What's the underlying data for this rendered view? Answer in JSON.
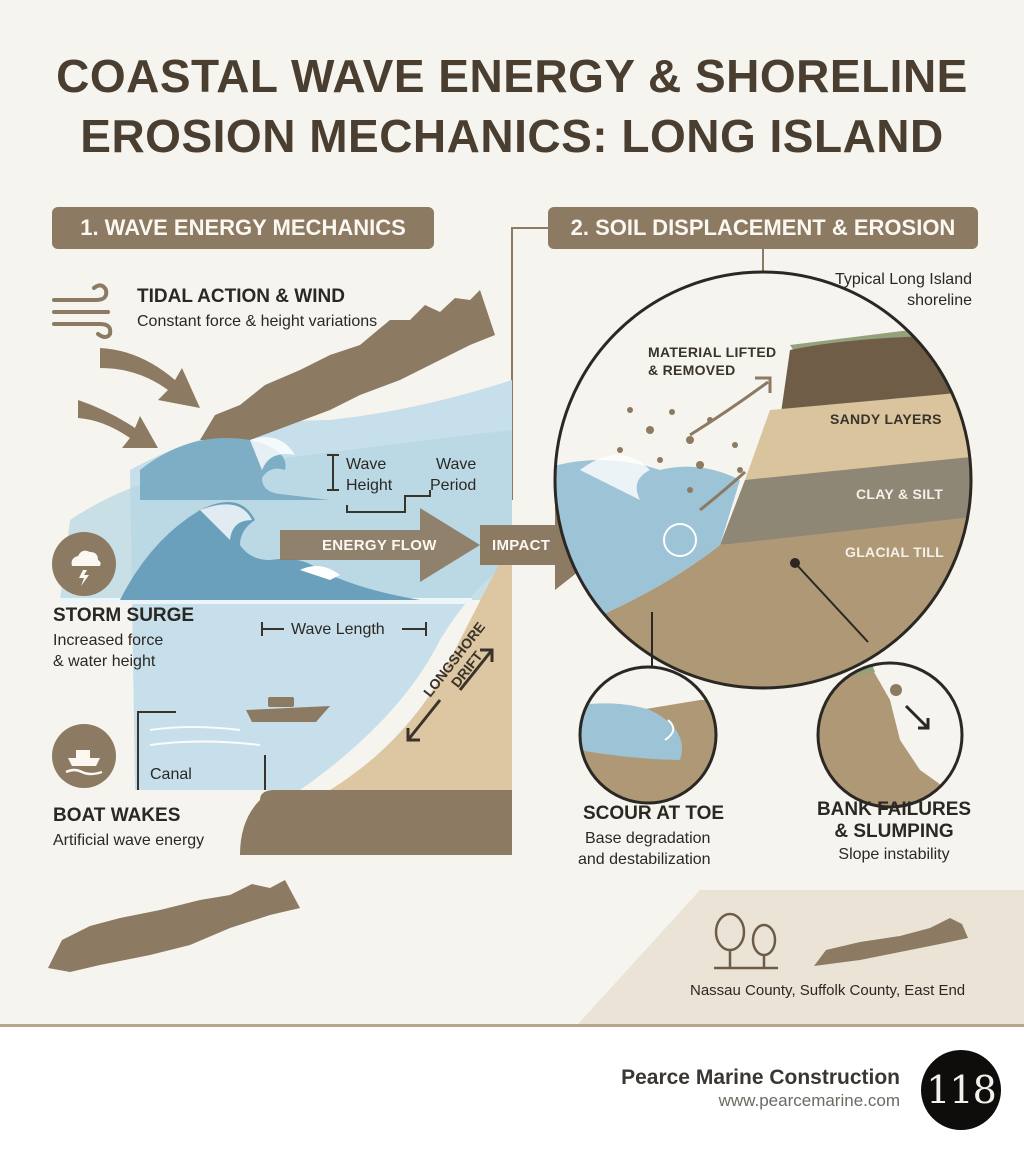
{
  "title": {
    "line1": "COASTAL WAVE ENERGY & SHORELINE",
    "line2": "EROSION MECHANICS: LONG ISLAND"
  },
  "section1": {
    "header": "1. WAVE ENERGY MECHANICS",
    "tidal_title": "TIDAL ACTION & WIND",
    "tidal_desc": "Constant force & height variations",
    "storm_title": "STORM SURGE",
    "storm_desc_1": "Increased force",
    "storm_desc_2": "& water height",
    "boat_title": "BOAT WAKES",
    "boat_desc": "Artificial wave energy",
    "wave_height_1": "Wave",
    "wave_height_2": "Height",
    "wave_period_1": "Wave",
    "wave_period_2": "Period",
    "wave_length": "Wave Length",
    "canal": "Canal",
    "longshore_1": "LONGSHORE",
    "longshore_2": "DRIFT",
    "energy_flow": "ENERGY FLOW",
    "impact": "IMPACT"
  },
  "section2": {
    "header": "2. SOIL DISPLACEMENT & EROSION",
    "shoreline_1": "Typical Long Island",
    "shoreline_2": "shoreline",
    "material_1": "MATERIAL LIFTED",
    "material_2": "& REMOVED",
    "layer_sandy": "SANDY LAYERS",
    "layer_clay": "CLAY & SILT",
    "layer_glacial": "GLACIAL TILL",
    "scour_title": "SCOUR AT TOE",
    "scour_desc_1": "Base degradation",
    "scour_desc_2": "and destabilization",
    "bank_title_1": "BANK FAILURES",
    "bank_title_2": "& SLUMPING",
    "bank_desc": "Slope instability"
  },
  "region": "Nassau County, Suffolk County, East End",
  "brand": {
    "name": "Pearce Marine Construction",
    "url": "www.pearcemarine.com",
    "badge": "118"
  },
  "icons": [
    "wind-icon",
    "storm-cloud-icon",
    "boat-icon",
    "tree-icon",
    "long-island-map-icon"
  ],
  "colors": {
    "brown": "#8c7a62",
    "water": "#9cc3d6",
    "sand": "#d8c39e",
    "title": "#4a3e30"
  }
}
